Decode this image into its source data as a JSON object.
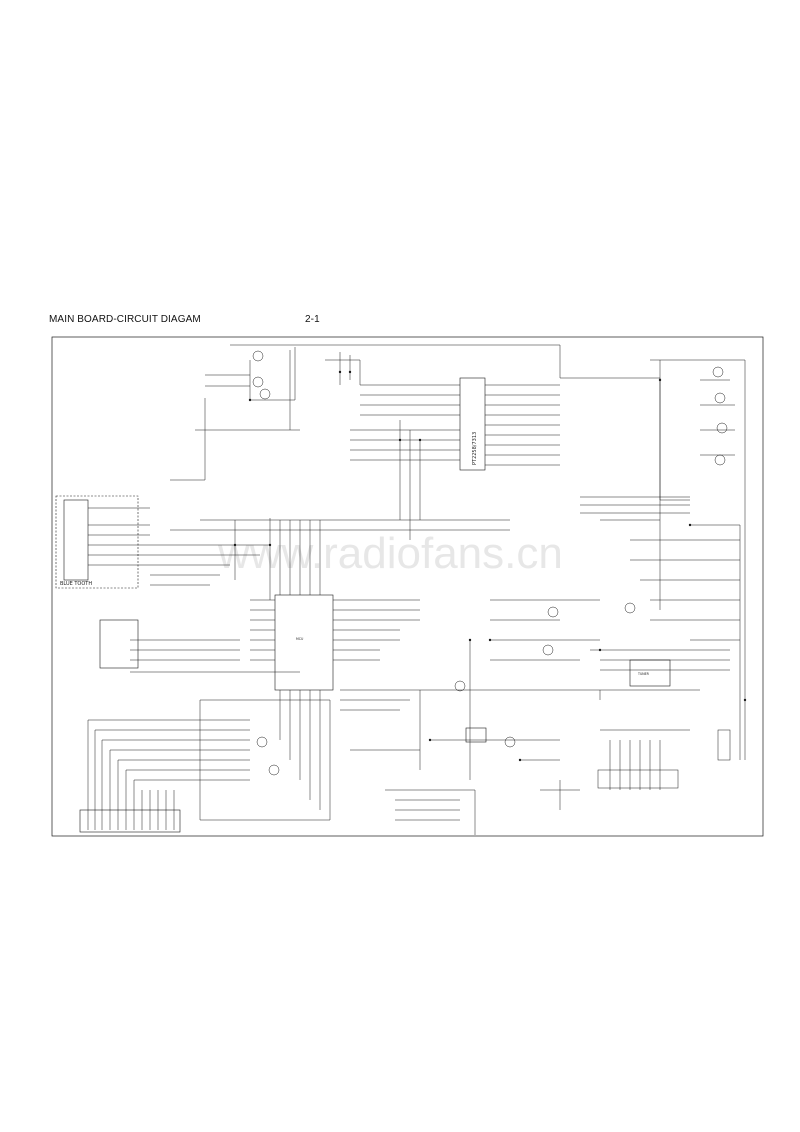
{
  "header": {
    "title": "MAIN BOARD-CIRCUIT DIAGAM",
    "page_number": "2-1"
  },
  "watermark": "www.radiofans.cn",
  "blocks": {
    "bluetooth": "BLUE TOOTH",
    "ic_main": "PT2258/7313",
    "ic_mcu": "MCU",
    "tuner": "TUNER"
  },
  "colors": {
    "line": "#1a1a1a",
    "watermark": "#c9c9c9"
  }
}
